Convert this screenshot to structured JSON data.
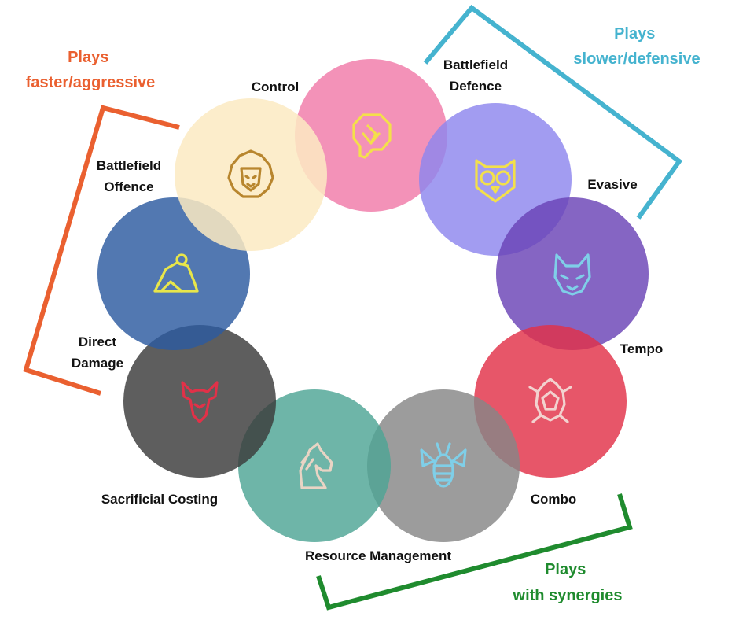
{
  "colors": {
    "aggressive": "#ea6030",
    "defensive": "#45b3cf",
    "synergy": "#1f8b2e",
    "label": "#111111"
  },
  "groups": {
    "aggressive": {
      "line1": "Plays",
      "line2": "faster/aggressive"
    },
    "defensive": {
      "line1": "Plays",
      "line2": "slower/defensive"
    },
    "synergy": {
      "line1": "Plays",
      "line2": "with synergies"
    }
  },
  "archetypes": [
    {
      "key": "control",
      "label_lines": [
        "Control"
      ],
      "color": "#f07aa8",
      "icon": "head-icon",
      "icon_color": "#f3e04a"
    },
    {
      "key": "battlefield-defence",
      "label_lines": [
        "Battlefield",
        "Defence"
      ],
      "color": "#8d86ee",
      "icon": "owl-icon",
      "icon_color": "#f3e04a"
    },
    {
      "key": "evasive",
      "label_lines": [
        "Evasive"
      ],
      "color": "#6a43b6",
      "icon": "wolf-icon",
      "icon_color": "#7fcfe8"
    },
    {
      "key": "tempo",
      "label_lines": [
        "Tempo"
      ],
      "color": "#e23148",
      "icon": "turtle-icon",
      "icon_color": "#f2d2cf"
    },
    {
      "key": "combo",
      "label_lines": [
        "Combo"
      ],
      "color": "#868686",
      "icon": "bee-icon",
      "icon_color": "#7fcfe8"
    },
    {
      "key": "resource-management",
      "label_lines": [
        "Resource Management"
      ],
      "color": "#4ea595",
      "icon": "horse-icon",
      "icon_color": "#e9d4c4"
    },
    {
      "key": "sacrificial-costing",
      "label_lines": [
        "Sacrificial Costing"
      ],
      "color": "#3a3a3a",
      "icon": "goat-icon",
      "icon_color": "#e23148"
    },
    {
      "key": "direct-damage",
      "label_lines": [
        "Direct",
        "Damage"
      ],
      "color": "#2c5aa0",
      "icon": "frog-icon",
      "icon_color": "#e8e64a"
    },
    {
      "key": "battlefield-offence",
      "label_lines": [
        "Battlefield",
        "Offence"
      ],
      "color": "#fbeac2",
      "icon": "lion-icon",
      "icon_color": "#b8862e"
    }
  ]
}
